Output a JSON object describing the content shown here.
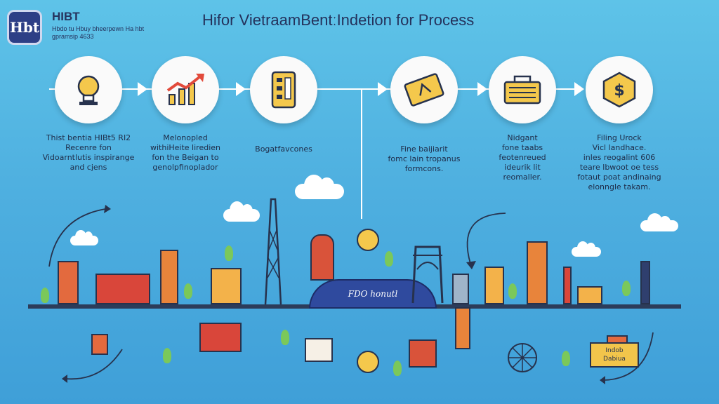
{
  "header": {
    "logo_text": "Hbt",
    "brand": "HIBT",
    "tagline": [
      "Hbdo tu Hbuy bheerpewn Ha hbt",
      "gpramsip 4633"
    ],
    "title": "Hifor VietraamBentːIndetion for Process"
  },
  "steps": [
    {
      "icon": "lightbulb-icon",
      "caption": [
        "Thist bentia HIBt5 RI2",
        "Recenre fon",
        "Vidoarntlutis inspirange",
        "and cjens"
      ]
    },
    {
      "icon": "growth-chart-icon",
      "caption": [
        "Melonopled",
        "withiHeite liredien",
        "fon the Beigan to",
        "genolpfinoplador"
      ]
    },
    {
      "icon": "document-icon",
      "caption": [
        "Bogatfavcones"
      ]
    },
    {
      "icon": "ticket-icon",
      "caption": [
        "Fine baijiarit",
        "fomc lain tropanus",
        "formcons."
      ]
    },
    {
      "icon": "cash-register-icon",
      "caption": [
        "Nidgant",
        "fone taabs",
        "feotenreued",
        "ideurik lit",
        "reomaller."
      ]
    },
    {
      "icon": "dollar-badge-icon",
      "caption": [
        "Filing Urock",
        "Vicl landhace.",
        "inles reogalint 606",
        "teare lbwoot oe tess",
        "fotaut poat andinaing",
        "elonngle takam."
      ]
    }
  ],
  "scene": {
    "mound_label": "FDO honutl",
    "sign_text": [
      "Indob",
      "Dabiua"
    ]
  },
  "colors": {
    "background": "#4fb0e0",
    "circle": "#fafafa",
    "accent": "#f4c84c",
    "navy": "#27324d"
  }
}
